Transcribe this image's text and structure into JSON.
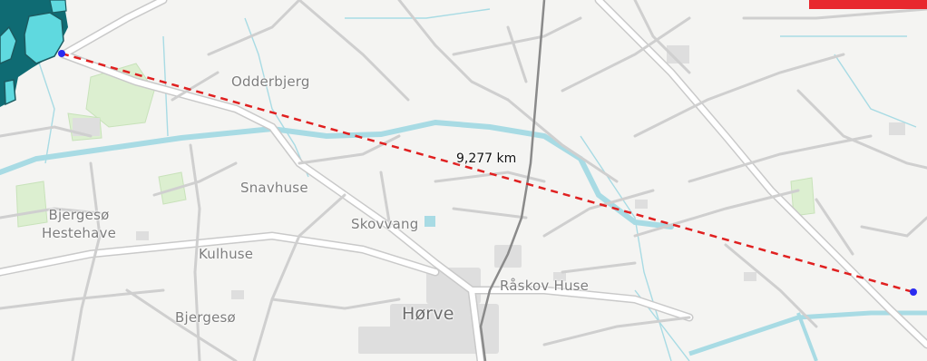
{
  "map": {
    "places": {
      "odderbjerg": "Odderbjerg",
      "snavhuse": "Snavhuse",
      "skovvang": "Skovvang",
      "bjergeso_hestehave_line1": "Bjergesø",
      "bjergeso_hestehave_line2": "Hestehave",
      "kulhuse": "Kulhuse",
      "bjergeso": "Bjergesø",
      "horve": "Hørve",
      "raskov_huse": "Råskov Huse"
    },
    "measurement": {
      "distance_label": "9,277 km",
      "line_color": "#e02020",
      "point_color": "#2b2bf0"
    },
    "colors": {
      "land": "#f4f4f2",
      "road": "#ffffff",
      "road_casing": "#c9c9c9",
      "water": "#a8dbe4",
      "lake": "#5fd9df",
      "forest": "#dcefd0",
      "rail": "#8a8a8a",
      "accent_button": "#e8282e"
    },
    "icons": {
      "start_point": "measure-start-point-icon",
      "end_point": "measure-end-point-icon"
    }
  }
}
